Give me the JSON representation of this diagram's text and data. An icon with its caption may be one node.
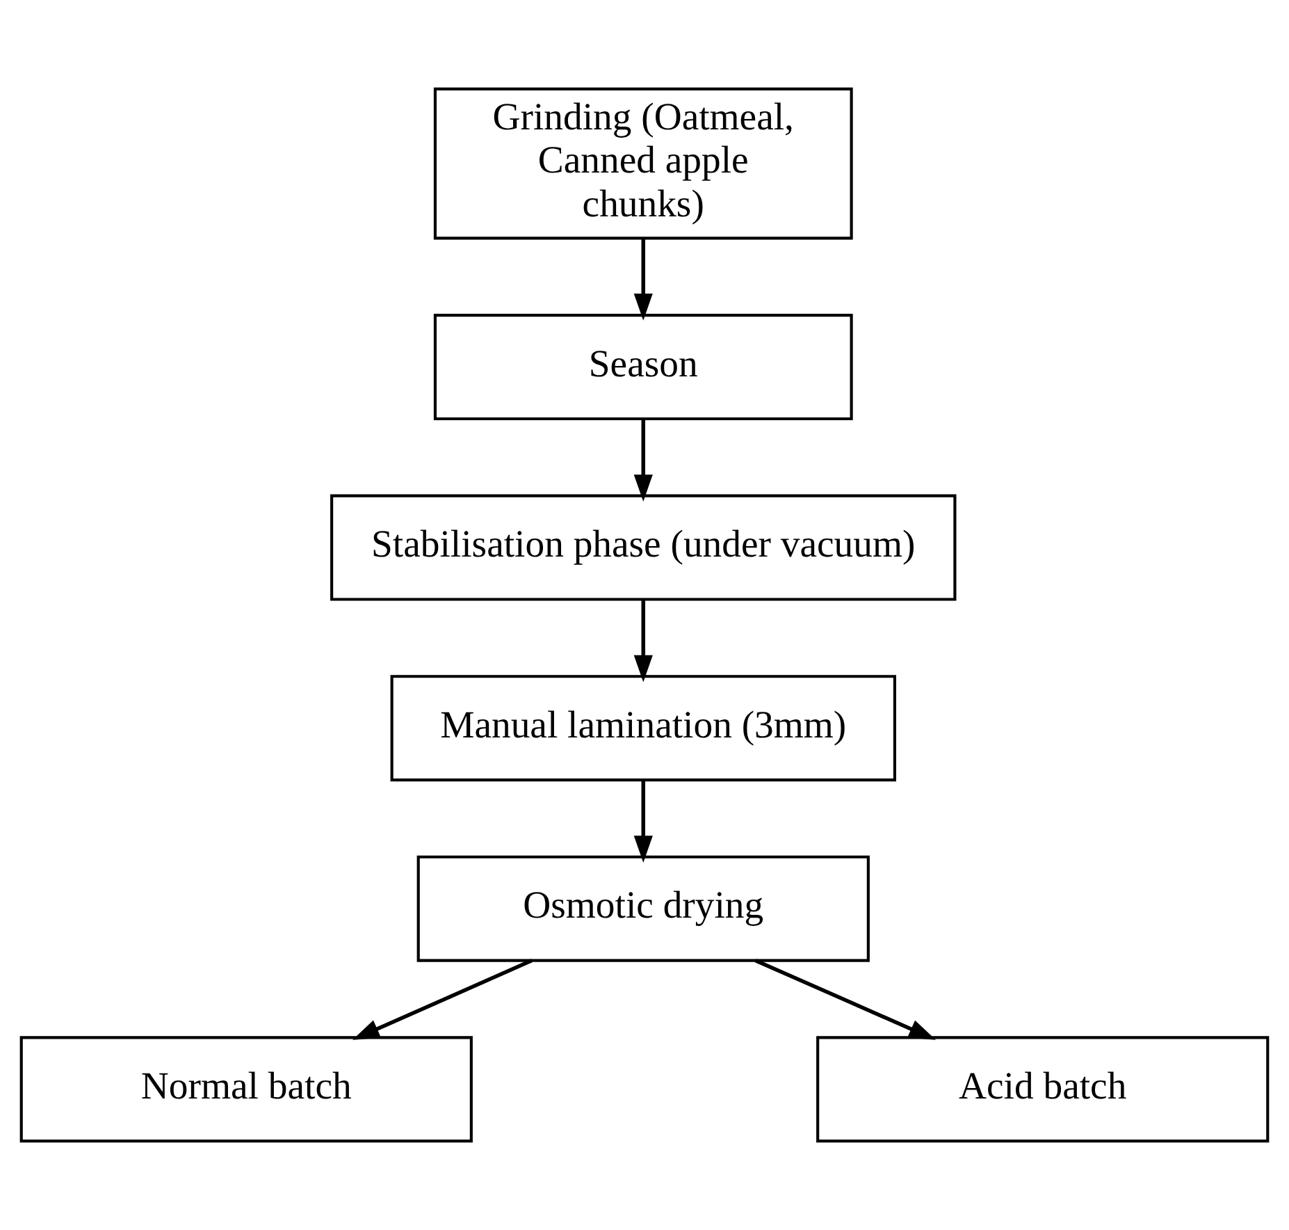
{
  "diagram": {
    "nodes": [
      {
        "text": [
          "Grinding (Oatmeal, Canned apple chunks)"
        ]
      },
      {
        "text": [
          "Season"
        ]
      },
      {
        "text": [
          "Stabilisation phase (under vacuum)"
        ]
      },
      {
        "text": [
          "Manual lamination (3mm)"
        ]
      },
      {
        "text": [
          "Osmotic drying"
        ]
      },
      {
        "text": [
          "Normal batch"
        ]
      },
      {
        "text": [
          "Acid batch"
        ]
      }
    ],
    "edges": [
      {
        "from": 0,
        "to": 1,
        "arrow": "to"
      },
      {
        "from": 1,
        "to": 2,
        "arrow": "to"
      },
      {
        "from": 2,
        "to": 3,
        "arrow": "to"
      },
      {
        "from": 3,
        "to": 4,
        "arrow": "to"
      },
      {
        "from": 4,
        "to": 5,
        "arrow": "to"
      },
      {
        "from": 4,
        "to": 6,
        "arrow": "to"
      }
    ]
  }
}
